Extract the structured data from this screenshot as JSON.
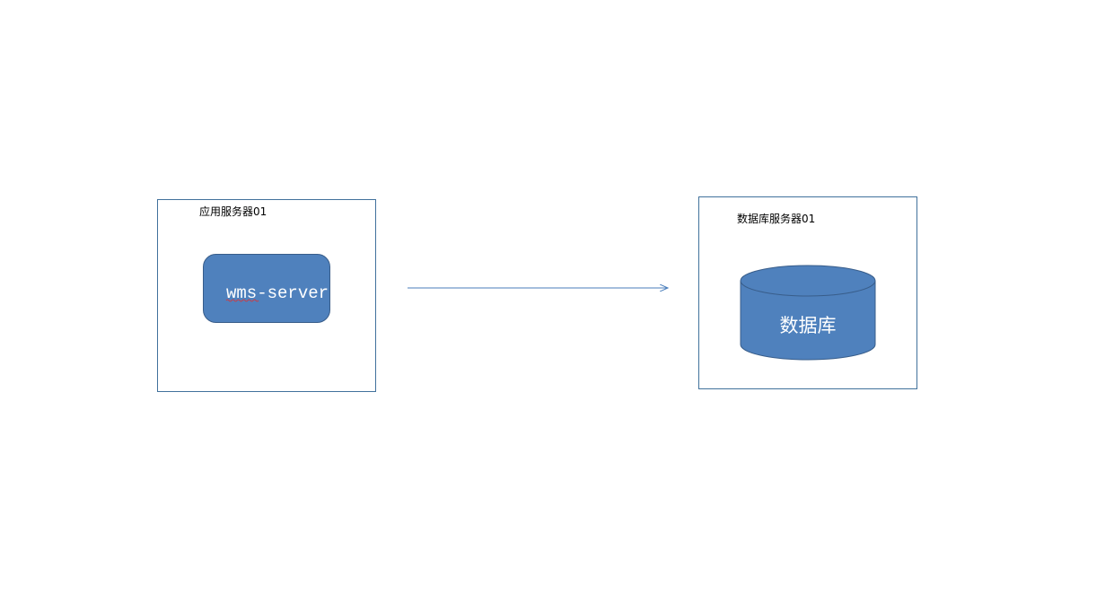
{
  "app_server": {
    "title": "应用服务器01",
    "component": "wms-server"
  },
  "db_server": {
    "title": "数据库服务器01",
    "component": "数据库"
  },
  "colors": {
    "shape_fill": "#4f81bd",
    "shape_stroke": "#385d8a",
    "box_stroke": "#41719c",
    "arrow": "#4a7ebb"
  },
  "icons": {
    "database": "cylinder-icon",
    "connector": "arrow-right-icon"
  }
}
